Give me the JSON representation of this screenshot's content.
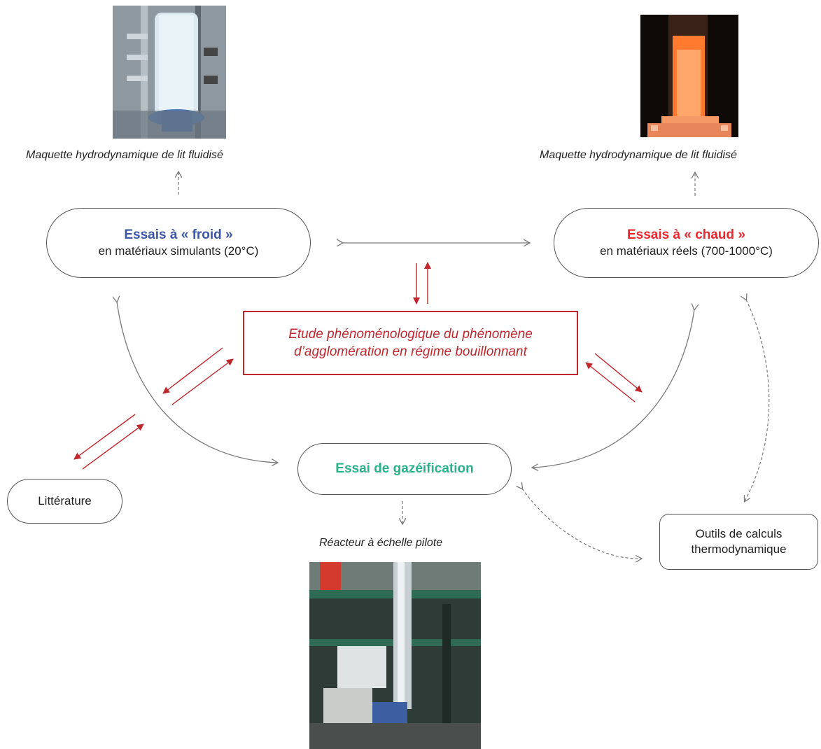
{
  "images": {
    "cold_model_caption": "Maquette hydrodynamique de lit fluidisé",
    "hot_model_caption": "Maquette hydrodynamique de lit fluidisé",
    "pilot_caption": "Réacteur à échelle pilote"
  },
  "nodes": {
    "cold_tests": {
      "title": "Essais à « froid »",
      "subtitle": "en matériaux simulants (20°C)",
      "title_color": "#3b56a5"
    },
    "hot_tests": {
      "title": "Essais à « chaud »",
      "subtitle": "en matériaux réels (700-1000°C)",
      "title_color": "#e8262d"
    },
    "central_study": {
      "line1": "Etude phénoménologique du phénomène",
      "line2": "d’agglomération en régime bouillonnant",
      "color": "#c0272d"
    },
    "gasification": {
      "title": "Essai de gazéification",
      "title_color": "#2bb18a"
    },
    "literature": {
      "label": "Littérature"
    },
    "thermo_tools": {
      "line1": "Outils de calculs",
      "line2": "thermodynamique"
    }
  },
  "colors": {
    "arrow_gray": "#7a7a7a",
    "arrow_red": "#c0272d"
  }
}
